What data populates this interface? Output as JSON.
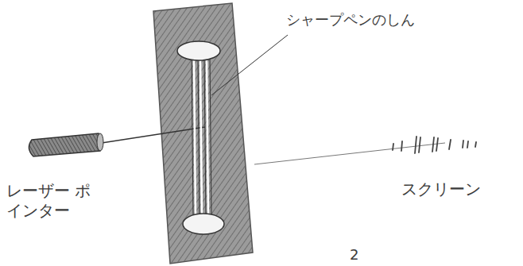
{
  "diagram": {
    "labels": [
      "シャープペンのしん",
      "レーザー ポインター",
      "スクリーン",
      "2"
    ]
  }
}
